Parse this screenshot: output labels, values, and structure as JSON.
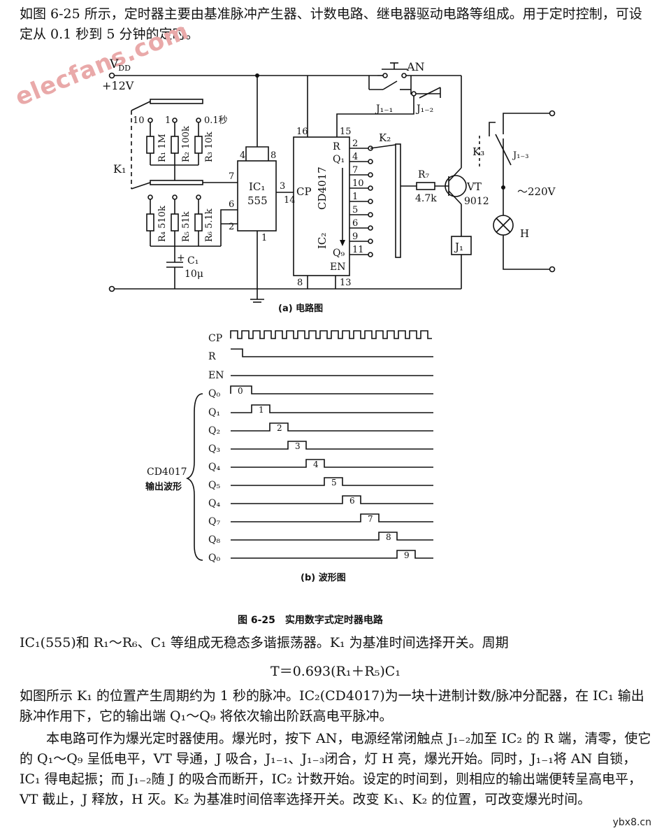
{
  "text": {
    "intro": "如图 6-25 所示，定时器主要由基准脉冲产生器、计数电路、继电器驱动电路等组成。用于定时控制，可设定从 0.1 秒到 5 分钟的定时。",
    "p1": "IC₁(555)和 R₁～R₆、C₁ 等组成无稳态多谐振荡器。K₁ 为基准时间选择开关。周期",
    "formula": "T＝0.693(R₁＋R₅)C₁",
    "p2": "如图所示 K₁ 的位置产生周期约为 1 秒的脉冲。IC₂(CD4017)为一块十进制计数/脉冲分配器，在 IC₁ 输出脉冲作用下，它的输出端 Q₁～Q₉ 将依次输出阶跃高电平脉冲。",
    "p3": "本电路可作为爆光定时器使用。爆光时，按下 AN，电源经常闭触点 J₁₋₂加至 IC₂ 的 R 端，清零，使它的 Q₁～Q₉ 呈低电平，VT 导通，J 吸合，J₁₋₁、J₁₋₃闭合，灯 H 亮，爆光开始。同时，J₁₋₁将 AN 自锁，IC₁ 得电起振；而 J₁₋₂随 J 的吸合而断开，IC₂ 计数开始。设定的时间到，则相应的输出端便转呈高电平，VT 截止，J 释放，H 灭。K₂ 为基准时间倍率选择开关。改变 K₁、K₂ 的位置，可改变爆光时间。",
    "watermark": "elecfans.com",
    "credit": "ybx8.cn"
  },
  "captions": {
    "a": "(a) 电路图",
    "b": "(b) 波形图",
    "figure": "图 6-25　实用数字式定时器电路"
  },
  "circuit": {
    "vdd": "V",
    "vdd_sub": "DD",
    "supply": "+12V",
    "an": "AN",
    "j11": "J₁₋₁",
    "j12": "J₁₋₂",
    "j13": "J₁₋₃",
    "k1": "K₁",
    "k2": "K₂",
    "k3": "K₃",
    "k1_pos": [
      "10",
      "1",
      "0.1秒"
    ],
    "r1": "R₁ 1M",
    "r2": "R₂ 100k",
    "r3": "R₃ 10k",
    "r4": "R₄ 510k",
    "r5": "R₅ 51k",
    "r6": "R₆ 5.1k",
    "c1": "C₁",
    "c1_val": "10μ",
    "ic1_name": "IC₁",
    "ic1_type": "555",
    "ic1_pins": [
      "4",
      "8",
      "7",
      "3",
      "6",
      "2",
      "1"
    ],
    "ic2_name": "IC₂",
    "ic2_type": "CD4017",
    "ic2_pins": [
      "16",
      "15",
      "14",
      "8",
      "13"
    ],
    "ic2_labels": [
      "CP",
      "R",
      "Q₁",
      "Q₉",
      "EN"
    ],
    "outputs": [
      "2",
      "4",
      "7",
      "10",
      "1",
      "5",
      "6",
      "9",
      "11"
    ],
    "r7": "R₇",
    "r7_val": "4.7k",
    "vt": "VT",
    "vt_type": "9012",
    "j1": "J₁",
    "mains": "～220V",
    "lamp": "H"
  },
  "waveform": {
    "group_label_1": "CD4017",
    "group_label_2": "输出波形",
    "signals": [
      "CP",
      "R",
      "EN",
      "Q₀",
      "Q₁",
      "Q₂",
      "Q₃",
      "Q₄",
      "Q₅",
      "Q₄",
      "Q₇",
      "Q₈",
      "Q₀"
    ],
    "pulse_numbers": [
      "0",
      "1",
      "2",
      "3",
      "4",
      "5",
      "6",
      "7",
      "8",
      "9"
    ]
  }
}
